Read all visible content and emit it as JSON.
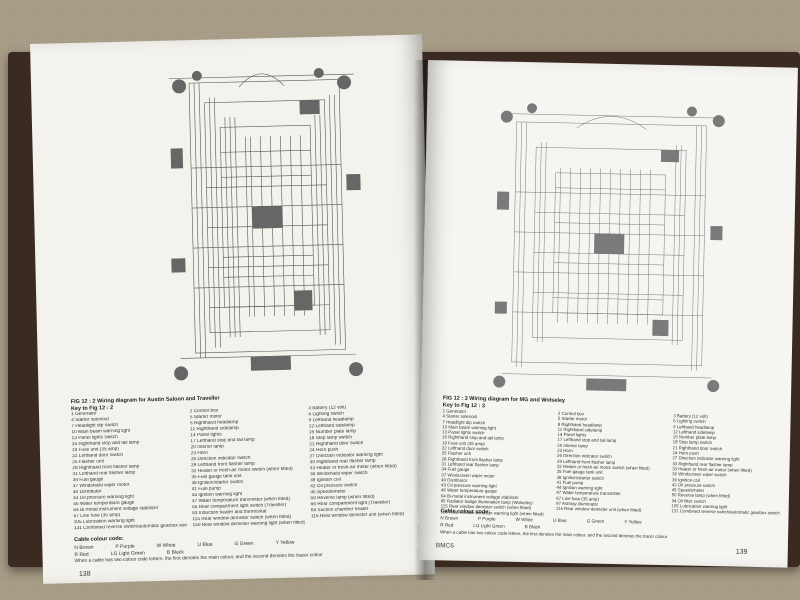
{
  "left_page": {
    "caption": "FIG 12 : 2   Wiring diagram for Austin Saloon and Traveller",
    "key_title": "Key to Fig 12 : 2",
    "key_items": [
      "1 Generator",
      "2 Control box",
      "3 Battery (12 volt)",
      "4 Starter solenoid",
      "5 Starter motor",
      "6 Lighting switch",
      "7 Headlight dip switch",
      "8 Righthand headlamp",
      "9 Lefthand headlamp",
      "10 Main beam warning light",
      "11 Righthand sidelamp",
      "12 Lefthand sidelamp",
      "13 Panel lights switch",
      "14 Panel lights",
      "15 Number plate lamp",
      "16 Righthand stop and tail lamp",
      "17 Lefthand stop and tail lamp",
      "18 Stop lamp switch",
      "19 Fuse unit (35 amp)",
      "20 Interior lamp",
      "21 Righthand door switch",
      "22 Lefthand door switch",
      "23 Horn",
      "24 Horn push",
      "25 Flasher unit",
      "26 Direction indicator switch",
      "27 Direction indicator warning light",
      "28 Righthand front flasher lamp",
      "29 Lefthand front flasher lamp",
      "30 Righthand rear flasher lamp",
      "31 Lefthand rear flasher lamp",
      "32 Heater or fresh-air motor switch (when fitted)",
      "33 Heater or fresh-air motor (when fitted)",
      "34 Fuel gauge",
      "35 Fuel gauge tank unit",
      "36 Windshield wiper switch",
      "37 Windshield wiper motor",
      "38 Ignition/starter switch",
      "39 Ignition coil",
      "40 Distributor",
      "41 Fuel pump",
      "42 Oil pressure switch",
      "43 Oil pressure warning light",
      "44 Ignition warning light",
      "45 Speedometer",
      "46 Water temperature gauge",
      "47 Water temperature transmitter (when fitted)",
      "50 Reverse lamp (when fitted)",
      "64 Bi-metal instrument voltage stabilizer",
      "65 Rear compartment light switch (Traveller)",
      "66 Rear compartment light (Traveller)",
      "67 Line fuse (35 amp)",
      "83 Induction heater and thermostat",
      "84 Suction chamber heater",
      "105 Lubrication warning light",
      "115 Rear window demister switch (when fitted)",
      "116 Rear window demister unit (when fitted)",
      "131 Combined reverse switch/automatic gearbox switch (when fitted)",
      "150 Rear window demister warning light (when fitted)"
    ],
    "colour_title": "Cable colour code:",
    "colours_row1": [
      "N Brown",
      "P Purple",
      "W White",
      "U Blue",
      "G Green",
      "Y Yellow"
    ],
    "colours_row2": [
      "R Red",
      "LG Light Green",
      "B Black"
    ],
    "note": "When a cable has two colour code letters, the first denotes the main colour, and the second denotes the tracer colour",
    "page_number": "138"
  },
  "right_page": {
    "caption": "FIG 12 : 3   Wiring diagram for MG and Wolseley",
    "key_title": "Key to Fig 12 : 3",
    "key_items": [
      "1 Generator",
      "2 Control box",
      "3 Battery (12 volt)",
      "4 Starter solenoid",
      "5 Starter motor",
      "6 Lighting switch",
      "7 Headlight dip switch",
      "8 Righthand headlamp",
      "9 Lefthand headlamp",
      "10 Main beam warning light",
      "11 Righthand sidelamp",
      "12 Lefthand sidelamp",
      "13 Panel lights switch",
      "14 Panel lights",
      "15 Number plate lamp",
      "16 Righthand stop and tail lamp",
      "17 Lefthand stop and tail lamp",
      "18 Stop lamp switch",
      "19 Fuse unit (35 amp)",
      "20 Interior lamp",
      "21 Righthand door switch",
      "22 Lefthand door switch",
      "23 Horn",
      "24 Horn push",
      "25 Flasher unit",
      "26 Direction indicator switch",
      "27 Direction indicator warning light",
      "28 Righthand front flasher lamp",
      "29 Lefthand front flasher lamp",
      "30 Righthand rear flasher lamp",
      "31 Lefthand rear flasher lamp",
      "32 Heater or fresh-air motor switch (when fitted)",
      "33 Heater or fresh-air motor (when fitted)",
      "34 Fuel gauge",
      "35 Fuel gauge tank unit",
      "36 Windscreen wiper switch",
      "37 Windscreen wiper motor",
      "38 Ignition/starter switch",
      "39 Ignition coil",
      "40 Distributor",
      "41 Fuel pump",
      "42 Oil pressure switch",
      "43 Oil pressure warning light",
      "44 Ignition warning light",
      "45 Speedometer",
      "46 Water temperature gauge",
      "47 Water temperature transmitter",
      "50 Reverse lamp (when fitted)",
      "64 Bi-metal instrument voltage stabilizer",
      "67 Line fuse (35 amp)",
      "94 Oil filter switch",
      "95 Radiator badge illumination lamp (Wolseley)",
      "97 Ashtray illuminator",
      "105 Lubrication warning light",
      "115 Rear window demister switch (when fitted)",
      "116 Rear window demister unit (when fitted)",
      "131 Combined reverse switch/automatic gearbox switch (when fitted)",
      "150 Rear window demister warning light (when fitted)"
    ],
    "colour_title": "Cable colour code:",
    "colours_row1": [
      "N Brown",
      "P Purple",
      "W White",
      "U Blue",
      "G Green",
      "Y Yellow"
    ],
    "colours_row2": [
      "R Red",
      "LG Light Green",
      "B Black"
    ],
    "note": "When a cable has two colour code letters, the first denotes the main colour, and the second denotes the tracer colour",
    "footer_label": "BMC6",
    "page_number": "139"
  }
}
